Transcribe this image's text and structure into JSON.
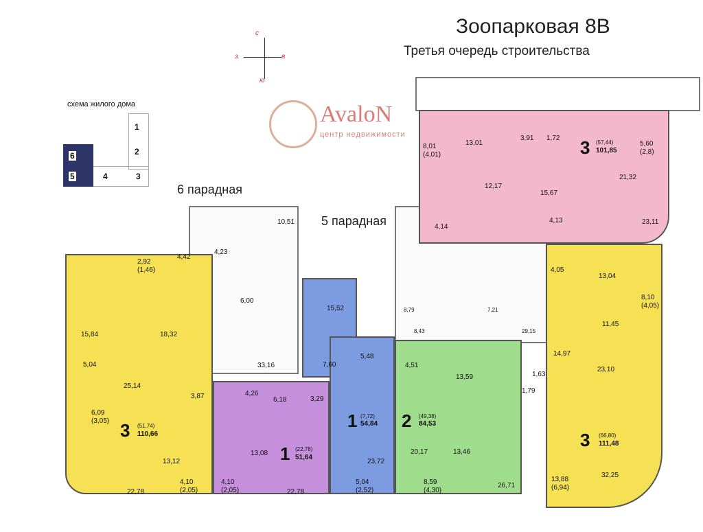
{
  "title": "Зоопарковая 8В",
  "subtitle": "Третья очередь строительства",
  "compass": {
    "n": "с",
    "s": "ю",
    "w": "з",
    "e": "в"
  },
  "scheme": {
    "label": "схема жилого дома",
    "sections": [
      "1",
      "2",
      "3",
      "4",
      "5",
      "6"
    ]
  },
  "entrances": {
    "e6": "6 парадная",
    "e5": "5 парадная"
  },
  "colors": {
    "pink": "#f3b8cc",
    "yellow": "#f6e053",
    "blue": "#7d9be0",
    "purple": "#c58fdc",
    "green": "#9fdc8c"
  },
  "watermark": {
    "brand": "AvaloN",
    "tagline": "центр недвижимости"
  },
  "apartments": [
    {
      "rooms": "3",
      "living": "(57,44)",
      "total": "101,85"
    },
    {
      "rooms": "3",
      "living": "(51,74)",
      "total": "110,66"
    },
    {
      "rooms": "1",
      "living": "(22,78)",
      "total": "51,64"
    },
    {
      "rooms": "1",
      "living": "(?,72)",
      "total": "54,84"
    },
    {
      "rooms": "2",
      "living": "(49,38)",
      "total": "84,53"
    },
    {
      "rooms": "3",
      "living": "(66,80)",
      "total": "111,48"
    }
  ],
  "areas": [
    "8,01",
    "(4,01)",
    "13,01",
    "3,91",
    "1,72",
    "5,60",
    "(2,8)",
    "12,17",
    "15,67",
    "21,32",
    "4,13",
    "23,11",
    "4,14",
    "10,51",
    "4,42",
    "4,23",
    "6,00",
    "2,92",
    "(1,46)",
    "15,84",
    "18,32",
    "5,04",
    "25,14",
    "3,87",
    "6,09",
    "(3,05)",
    "13,12",
    "22,78",
    "4,10",
    "(2,05)",
    "4,26",
    "6,18",
    "3,29",
    "13,08",
    "4,10",
    "(2,05)",
    "22,78",
    "33,16",
    "15,52",
    "7,60",
    "5,48",
    "23,72",
    "5,04",
    "(2,52)",
    "4,51",
    "13,59",
    "20,17",
    "13,46",
    "8,59",
    "(4,30)",
    "26,71",
    "1,79",
    "1,63",
    "4,05",
    "13,04",
    "8,10",
    "(4,05)",
    "11,45",
    "14,97",
    "23,10",
    "32,25",
    "13,88",
    "(6,94)",
    "8,79",
    "8,43",
    "7,21",
    "29,15"
  ]
}
